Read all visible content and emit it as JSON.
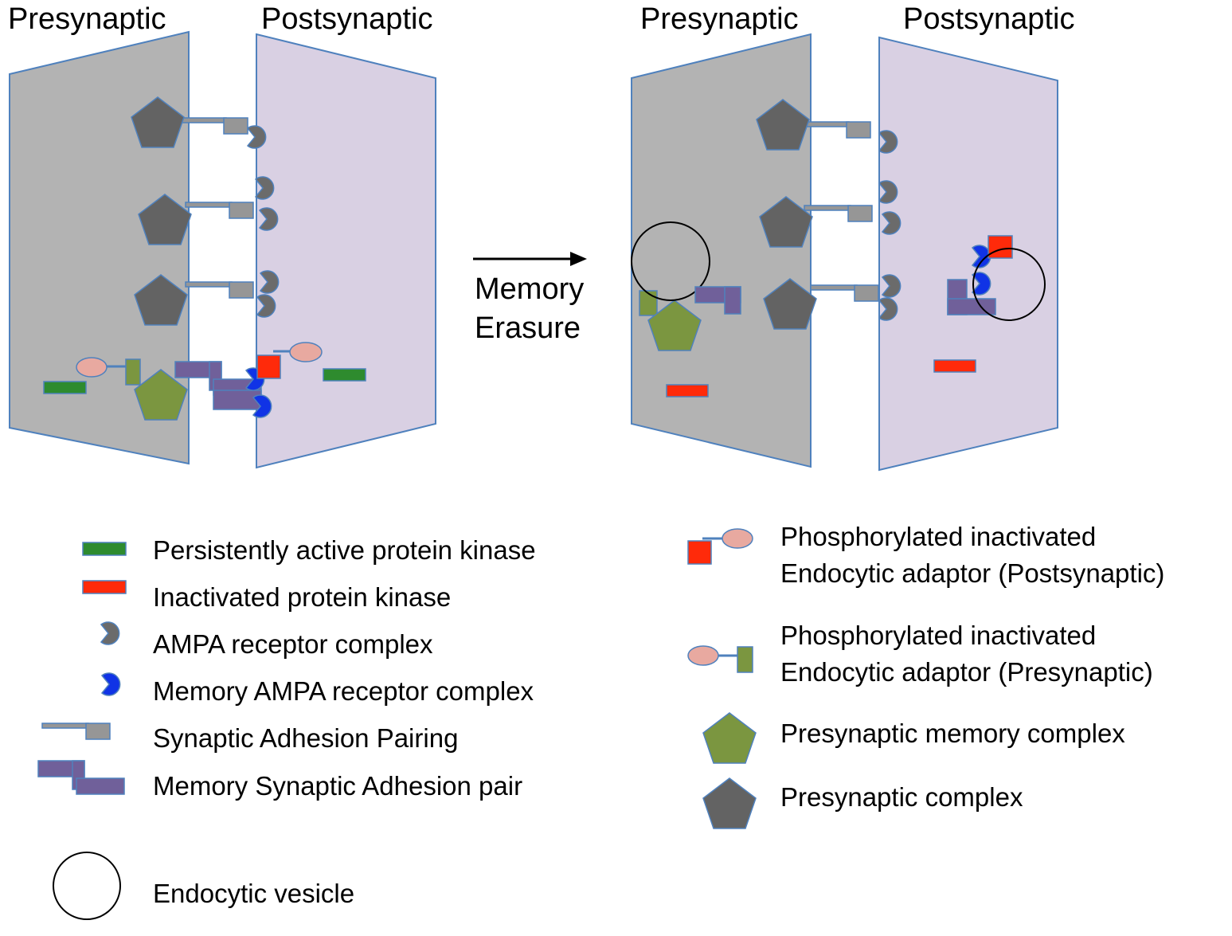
{
  "headers": {
    "left_pre": "Presynaptic",
    "left_post": "Postsynaptic",
    "right_pre": "Presynaptic",
    "right_post": "Postsynaptic"
  },
  "arrow": {
    "line1": "Memory",
    "line2": "Erasure"
  },
  "legend": {
    "persistent_kinase": "Persistently active protein kinase",
    "inactivated_kinase": "Inactivated protein kinase",
    "ampa": "AMPA receptor complex",
    "memory_ampa": "Memory AMPA receptor complex",
    "adhesion": "Synaptic Adhesion Pairing",
    "memory_adhesion": "Memory Synaptic Adhesion pair",
    "vesicle": "Endocytic vesicle",
    "post_adaptor_line1": "Phosphorylated inactivated",
    "post_adaptor_line2": "Endocytic adaptor (Postsynaptic)",
    "pre_adaptor_line1": "Phosphorylated inactivated",
    "pre_adaptor_line2": "Endocytic adaptor (Presynaptic)",
    "pre_memory_complex": "Presynaptic memory complex",
    "pre_complex": "Presynaptic complex"
  },
  "colors": {
    "pre_membrane": "#b3b3b3",
    "post_membrane": "#d9d0e3",
    "membrane_stroke": "#4f81bd",
    "active_kinase": "#2e8b2e",
    "inactive_kinase": "#ff2a0a",
    "ampa": "#6b6b6b",
    "memory_ampa": "#1033e6",
    "adhesion": "#969696",
    "memory_adhesion": "#70609a",
    "pre_complex": "#636363",
    "pre_memory_complex": "#7b9640",
    "adaptor_oval": "#e8a9a0"
  }
}
